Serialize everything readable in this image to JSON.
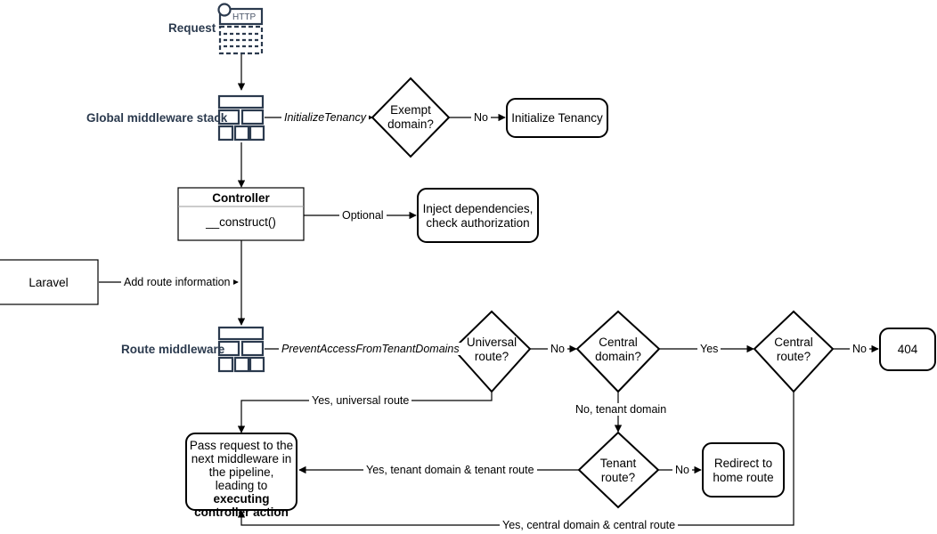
{
  "diagram": {
    "title": "Laravel multi-tenancy request lifecycle flowchart",
    "colors": {
      "line": "#000000",
      "icon": "#2b3a4e",
      "label": "#2b3a4e",
      "background": "#ffffff"
    },
    "side_labels": [
      {
        "id": "request",
        "text": "Request"
      },
      {
        "id": "global-middleware-stack",
        "text": "Global middleware stack"
      },
      {
        "id": "route-middleware",
        "text": "Route middleware"
      }
    ],
    "icons": {
      "http_request": {
        "name": "http-request-icon",
        "label": "HTTP"
      },
      "global_stack": {
        "name": "middleware-stack-icon"
      },
      "route_stack": {
        "name": "middleware-stack-icon"
      }
    },
    "nodes": [
      {
        "id": "exempt-domain",
        "shape": "diamond",
        "text": "Exempt\ndomain?"
      },
      {
        "id": "initialize-tenancy",
        "shape": "rounded",
        "text": "Initialize Tenancy"
      },
      {
        "id": "controller",
        "shape": "class",
        "title": "Controller",
        "body": "__construct()"
      },
      {
        "id": "inject-dependencies",
        "shape": "rounded",
        "text": "Inject dependencies,\ncheck authorization"
      },
      {
        "id": "laravel",
        "shape": "rect",
        "text": "Laravel"
      },
      {
        "id": "universal-route",
        "shape": "diamond",
        "text": "Universal\nroute?"
      },
      {
        "id": "central-domain",
        "shape": "diamond",
        "text": "Central\ndomain?"
      },
      {
        "id": "central-route",
        "shape": "diamond",
        "text": "Central\nroute?"
      },
      {
        "id": "not-found",
        "shape": "rounded",
        "text": "404"
      },
      {
        "id": "tenant-route",
        "shape": "diamond",
        "text": "Tenant\nroute?"
      },
      {
        "id": "redirect-home",
        "shape": "rounded",
        "text": "Redirect to\nhome route"
      },
      {
        "id": "pass-request",
        "shape": "rounded",
        "text_parts": [
          {
            "text": "Pass request to the next middleware in the pipeline, leading to ",
            "bold": false
          },
          {
            "text": "executing controller action",
            "bold": true
          }
        ]
      }
    ],
    "edge_labels": [
      {
        "id": "initialize-tenancy-label",
        "text": "InitializeTenancy",
        "italic": true
      },
      {
        "id": "exempt-domain-no",
        "text": "No",
        "italic": false
      },
      {
        "id": "controller-optional",
        "text": "Optional",
        "italic": false
      },
      {
        "id": "laravel-add-route-info",
        "text": "Add route information",
        "italic": false
      },
      {
        "id": "prevent-access-label",
        "text": "PreventAccessFromTenantDomains",
        "italic": true
      },
      {
        "id": "universal-route-no",
        "text": "No",
        "italic": false
      },
      {
        "id": "central-domain-yes",
        "text": "Yes",
        "italic": false
      },
      {
        "id": "central-route-no",
        "text": "No",
        "italic": false
      },
      {
        "id": "universal-route-yes",
        "text": "Yes, universal route",
        "italic": false
      },
      {
        "id": "central-domain-no",
        "text": "No, tenant domain",
        "italic": false
      },
      {
        "id": "tenant-route-yes",
        "text": "Yes, tenant domain & tenant route",
        "italic": false
      },
      {
        "id": "tenant-route-no",
        "text": "No",
        "italic": false
      },
      {
        "id": "central-route-yes",
        "text": "Yes, central domain & central route",
        "italic": false
      }
    ]
  }
}
